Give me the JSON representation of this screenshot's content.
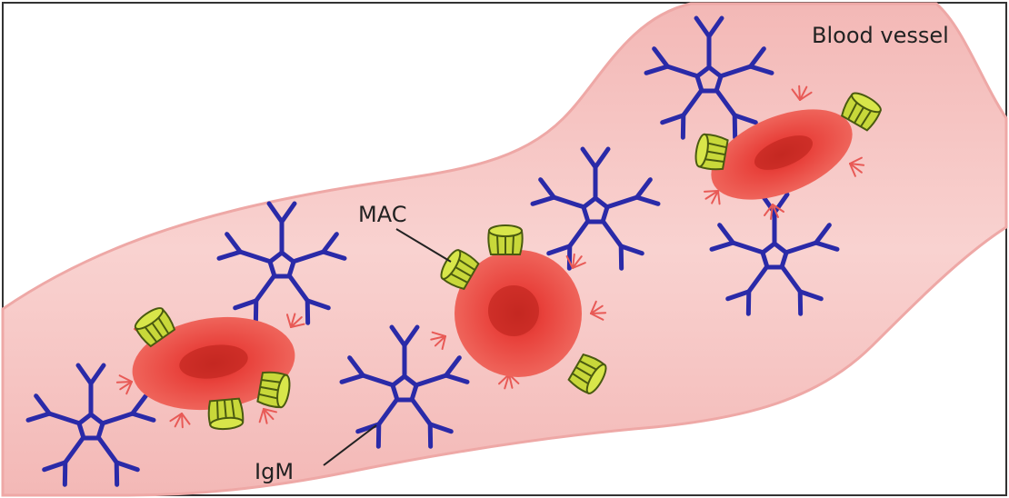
{
  "labels": {
    "vessel": "Blood vessel",
    "mac": "MAC",
    "igm": "IgM"
  },
  "colors": {
    "vessel_fill": "#f6c2c0",
    "vessel_edge": "#eea8a6",
    "cell_fill": "#e8403a",
    "cell_center": "#c42822",
    "antibody": "#2a2aa8",
    "mac_fill": "#c8d83a",
    "mac_stroke": "#5a6a10",
    "frame": "#333333"
  },
  "icons": {
    "cell": "red-blood-cell",
    "antibody": "igm-pentamer",
    "complex": "membrane-attack-complex"
  }
}
